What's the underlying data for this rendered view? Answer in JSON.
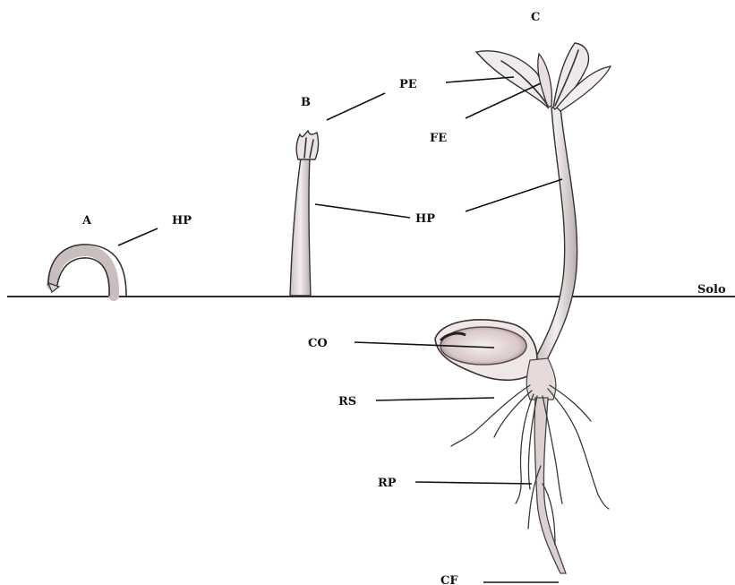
{
  "labels": {
    "a": "A",
    "b": "B",
    "c": "C",
    "hp_a": "HP",
    "hp": "HP",
    "pe": "PE",
    "fe": "FE",
    "solo": "Solo",
    "co": "CO",
    "rs": "RS",
    "rp": "RP",
    "cf": "CF"
  }
}
